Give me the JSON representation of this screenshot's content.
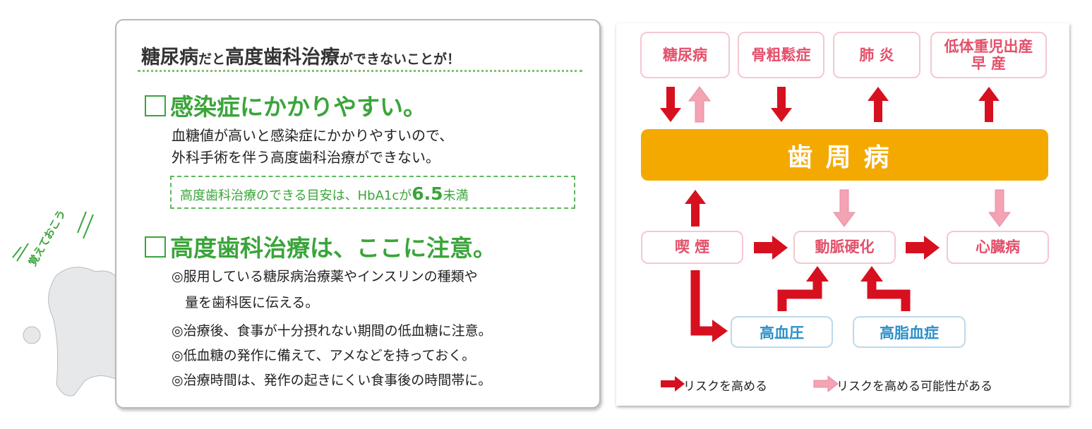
{
  "left_panel": {
    "title_part1": "糖尿病",
    "title_part2": "だと",
    "title_part3": "高度歯科治療",
    "title_part4": "ができないことが！",
    "section1": {
      "heading": "感染症にかかりやすい。",
      "lines": [
        "血糖値が高いと感染症にかかりやすいので、",
        "外科手術を伴う高度歯科治療ができない。"
      ],
      "note_prefix": "高度歯科治療のできる目安は、HbA1cが",
      "note_value": "6.5",
      "note_suffix": "未満"
    },
    "section2": {
      "heading": "高度歯科治療は、ここに注意。",
      "bullets": [
        "◎服用している糖尿病治療薬やインスリンの種類や",
        "　量を歯科医に伝える。",
        "◎治療後、食事が十分摂れない期間の低血糖に注意。",
        "◎低血糖の発作に備えて、アメなどを持っておく。",
        "◎治療時間は、発作の起きにくい食事後の時間帯に。"
      ]
    },
    "mascot_text": "覚えておこう"
  },
  "diagram": {
    "top_boxes": [
      "糖尿病",
      "骨粗鬆症",
      "肺 炎",
      "低体重児出産\n早 産"
    ],
    "center": "歯周病",
    "middle_boxes": [
      "喫 煙",
      "動脈硬化",
      "心臓病"
    ],
    "bottom_boxes": [
      "高血圧",
      "高脂血症"
    ],
    "legend": {
      "strong": "リスクを高める",
      "weak": "リスクを高める可能性がある"
    },
    "colors": {
      "strong": "#d7101f",
      "weak": "#f3a3b3",
      "center": "#f4a900"
    }
  }
}
